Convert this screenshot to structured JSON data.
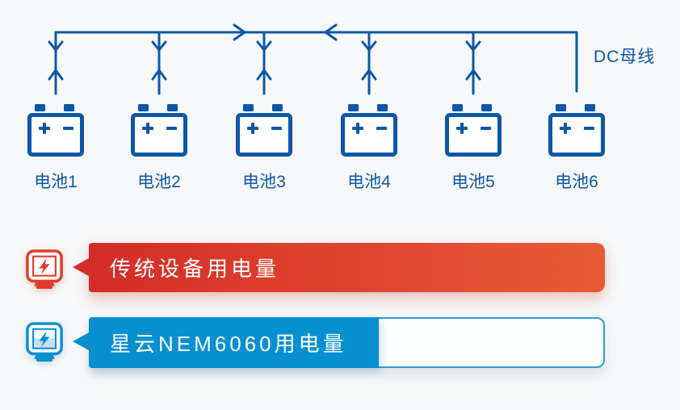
{
  "background": "#f7f8f9",
  "colors": {
    "diagram_blue": "#0d57a8",
    "bar_red_start": "#d42d28",
    "bar_red_end": "#e85b35",
    "bar_blue_fill": "#0690d0",
    "track_border_blue": "#2d9ed8",
    "icon_red": "#e23a2b",
    "icon_blue": "#0a8fd2",
    "bar_text": "#ffffff"
  },
  "diagram": {
    "bus_label": "DC母线",
    "batteries": [
      {
        "label": "电池1"
      },
      {
        "label": "电池2"
      },
      {
        "label": "电池3"
      },
      {
        "label": "电池4"
      },
      {
        "label": "电池5"
      },
      {
        "label": "电池6"
      }
    ]
  },
  "legend": {
    "rows": [
      {
        "label": "传统设备用电量",
        "icon": "power-meter-red-icon",
        "bar_style": "full-red-gradient"
      },
      {
        "label": "星云NEM6060用电量",
        "icon": "power-meter-blue-icon",
        "bar_style": "partial-blue-fill-with-outlined-track"
      }
    ]
  }
}
